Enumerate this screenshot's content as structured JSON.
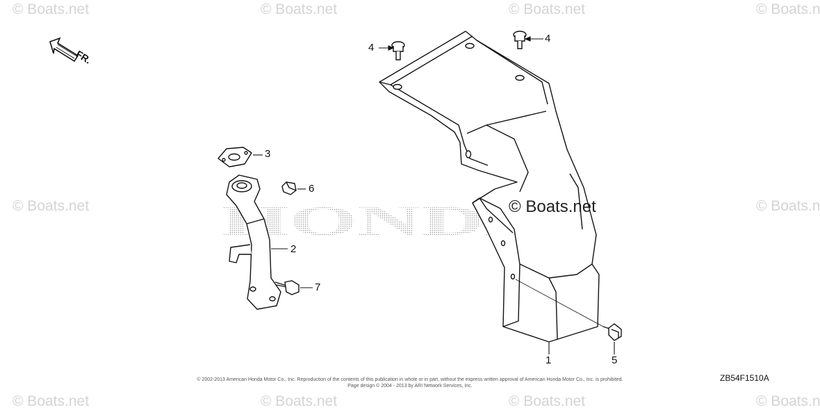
{
  "watermark": {
    "text": "© Boats.net",
    "center_text": "© Boats.net",
    "brand_text": "HONDA"
  },
  "direction": {
    "label": "FR."
  },
  "callouts": [
    "1",
    "2",
    "3",
    "4",
    "4",
    "5",
    "6",
    "7"
  ],
  "copyright_lines": [
    "© 2002-2013 American Honda Motor Co., Inc. Reproduction of the contents of this publication in whole or in part, without the express written approval of American Honda Motor Co., Inc. is prohibited.",
    "Page design © 2004 - 2013 by ARI Network Services, Inc."
  ],
  "diagram_code": "ZB54F1510A",
  "colors": {
    "line": "#111111",
    "watermark": "#d4d4d4",
    "brand": "#bdbdbd"
  }
}
